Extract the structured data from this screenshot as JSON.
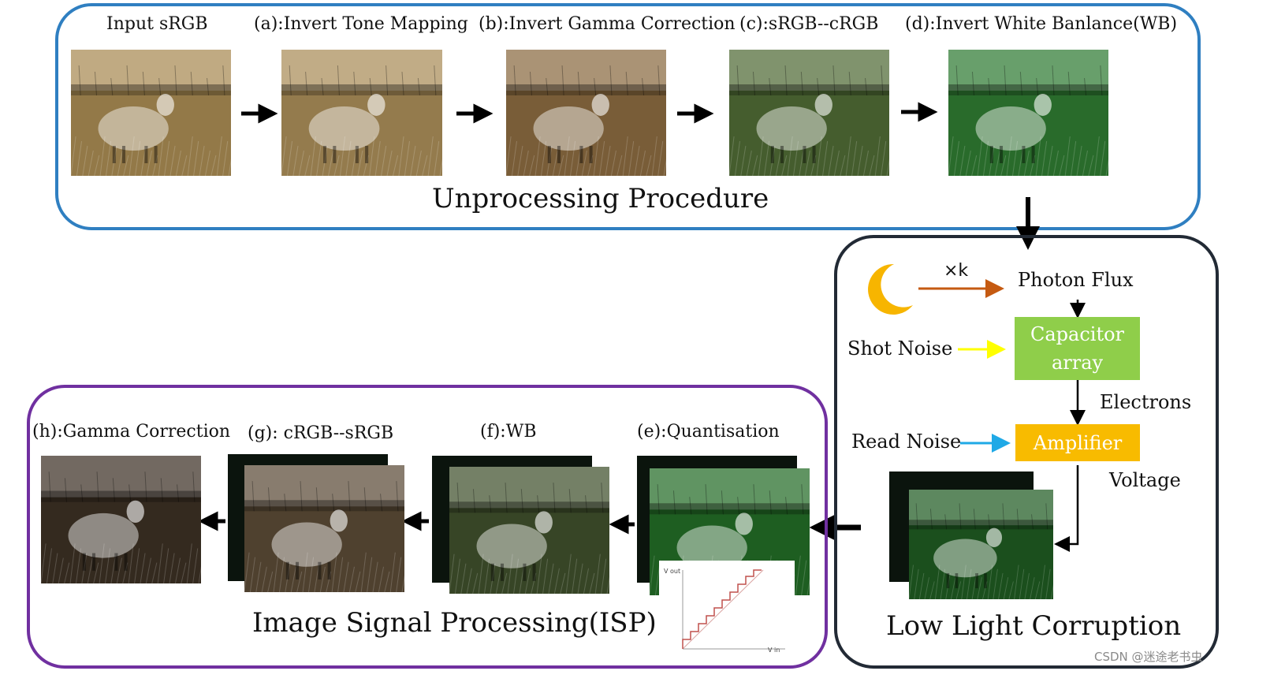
{
  "unprocessing": {
    "title": "Unprocessing Procedure",
    "stages": [
      {
        "label": "Input sRGB"
      },
      {
        "label": "(a):Invert Tone Mapping"
      },
      {
        "label": "(b):Invert Gamma Correction"
      },
      {
        "label": "(c):sRGB--cRGB"
      },
      {
        "label": "(d):Invert White Banlance(WB)"
      }
    ]
  },
  "low_light": {
    "title": "Low Light Corruption",
    "multiplier": "×k",
    "photon_flux": "Photon Flux",
    "shot_noise": "Shot Noise",
    "capacitor_line1": "Capacitor",
    "capacitor_line2": "array",
    "electrons": "Electrons",
    "read_noise": "Read Noise",
    "amplifier": "Amplifier",
    "voltage": "Voltage"
  },
  "isp": {
    "title": "Image Signal Processing(ISP)",
    "stages": [
      {
        "label": "(h):Gamma Correction"
      },
      {
        "label": "(g): cRGB--sRGB"
      },
      {
        "label": "(f):WB"
      },
      {
        "label": "(e):Quantisation"
      }
    ],
    "quant_plot": {
      "y_axis": "V out",
      "x_axis": "V in"
    }
  },
  "watermark": "CSDN @迷途老书虫",
  "colors": {
    "unprocessing_border": "#2f7fc1",
    "low_light_border": "#222a35",
    "isp_border": "#7030a0",
    "capacitor_fill": "#8fce4a",
    "amplifier_fill": "#f8bb00",
    "moon": "#f7b500",
    "multiplier_arrow": "#c55a11",
    "shot_noise_arrow": "#ffff00",
    "read_noise_arrow": "#1fa9e6",
    "quant_curve": "#c0504d"
  },
  "photo_tints": {
    "input": "#a88a52",
    "a": "#a98d58",
    "b": "#8a6a40",
    "c": "#4f6a35",
    "d": "#2f7a32",
    "low": "#1f5a22",
    "e": "#236b26",
    "f": "#3f4f2c",
    "g": "#5a4a36",
    "h": "#3c3024"
  }
}
